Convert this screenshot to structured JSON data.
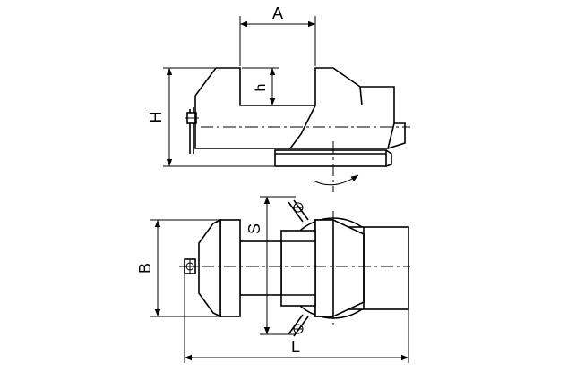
{
  "dimensions": {
    "A": "A",
    "h": "h",
    "H": "H",
    "S": "S",
    "B": "B",
    "L": "L"
  },
  "colors": {
    "line": "#000000",
    "background": "#ffffff"
  }
}
